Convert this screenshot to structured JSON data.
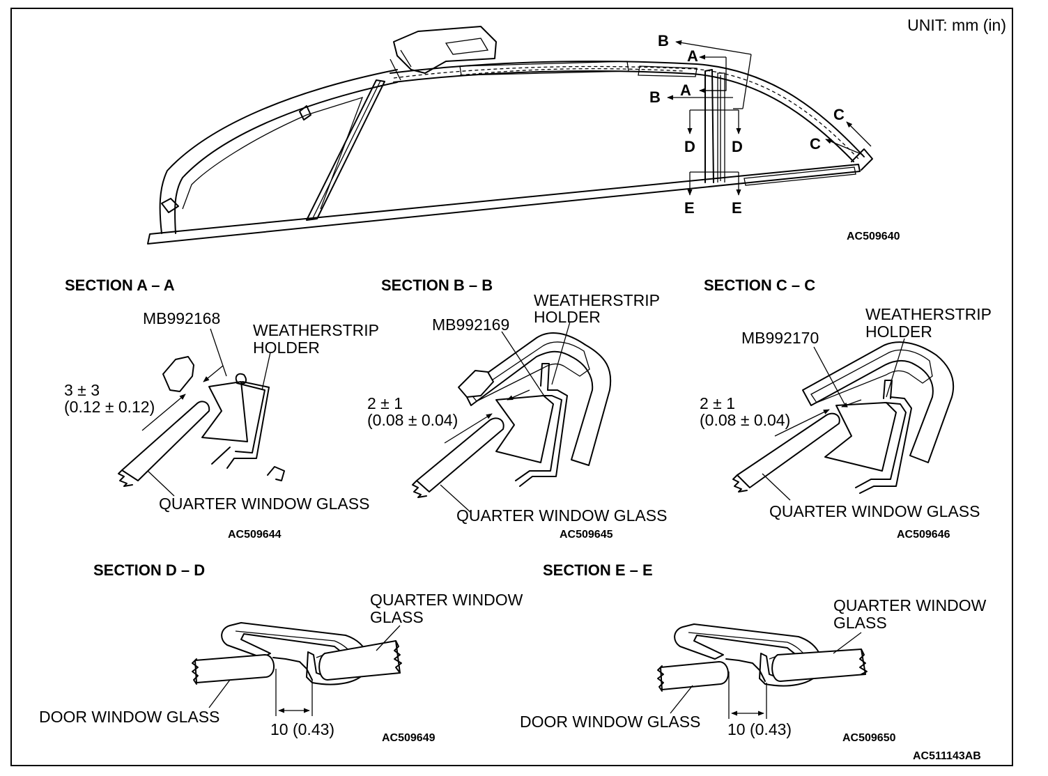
{
  "unit_label": "UNIT: mm (in)",
  "overview": {
    "ref": "AC509640",
    "cut_labels": {
      "a": "A",
      "b": "B",
      "c": "C",
      "d": "D",
      "e": "E"
    }
  },
  "section_a": {
    "title": "SECTION A – A",
    "tool": "MB992168",
    "holder_line1": "WEATHERSTRIP",
    "holder_line2": "HOLDER",
    "dim_line1": "3 ± 3",
    "dim_line2": "(0.12 ± 0.12)",
    "glass": "QUARTER WINDOW GLASS",
    "ref": "AC509644"
  },
  "section_b": {
    "title": "SECTION B – B",
    "tool": "MB992169",
    "holder_line1": "WEATHERSTRIP",
    "holder_line2": "HOLDER",
    "dim_line1": "2 ± 1",
    "dim_line2": "(0.08 ± 0.04)",
    "glass": "QUARTER WINDOW GLASS",
    "ref": "AC509645"
  },
  "section_c": {
    "title": "SECTION C – C",
    "tool": "MB992170",
    "holder_line1": "WEATHERSTRIP",
    "holder_line2": "HOLDER",
    "dim_line1": "2 ± 1",
    "dim_line2": "(0.08 ± 0.04)",
    "glass": "QUARTER WINDOW GLASS",
    "ref": "AC509646"
  },
  "section_d": {
    "title": "SECTION D – D",
    "quarter_line1": "QUARTER WINDOW",
    "quarter_line2": "GLASS",
    "door_glass": "DOOR WINDOW GLASS",
    "dimension": "10 (0.43)",
    "ref": "AC509649"
  },
  "section_e": {
    "title": "SECTION E – E",
    "quarter_line1": "QUARTER WINDOW",
    "quarter_line2": "GLASS",
    "door_glass": "DOOR WINDOW GLASS",
    "dimension": "10 (0.43)",
    "ref": "AC509650"
  },
  "figure_ref": "AC511143AB"
}
